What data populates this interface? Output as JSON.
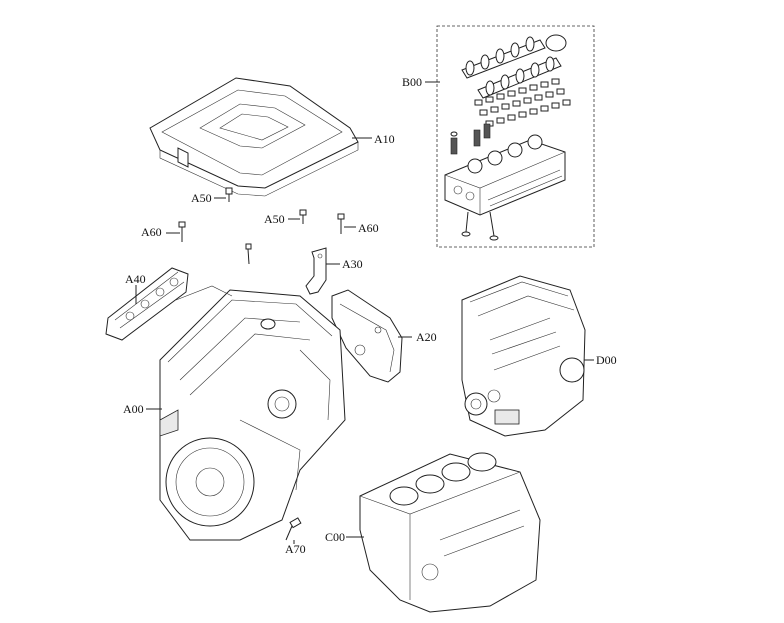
{
  "labels": {
    "a10": "A10",
    "a20": "A20",
    "a30": "A30",
    "a40": "A40",
    "a50_left": "A50",
    "a50_right": "A50",
    "a60_left": "A60",
    "a60_right": "A60",
    "a00": "A00",
    "a70": "A70",
    "b00": "B00",
    "c00": "C00",
    "d00": "D00"
  }
}
